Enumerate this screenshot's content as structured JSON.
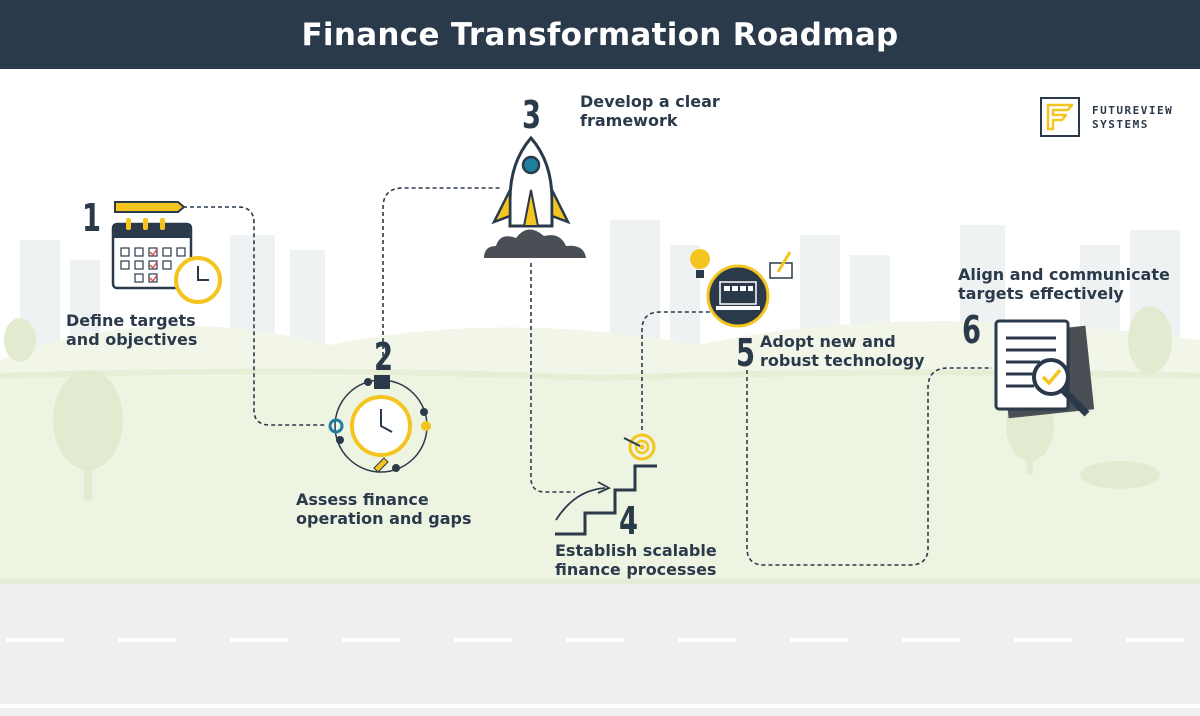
{
  "title": "Finance Transformation Roadmap",
  "logo": {
    "line1": "FUTUREVIEW",
    "line2": "SYSTEMS"
  },
  "steps": [
    {
      "number": "1",
      "line1": "Define targets",
      "line2": "and objectives"
    },
    {
      "number": "2",
      "line1": "Assess finance",
      "line2": "operation and gaps"
    },
    {
      "number": "3",
      "line1": "Develop a clear",
      "line2": "framework"
    },
    {
      "number": "4",
      "line1": "Establish scalable",
      "line2": "finance processes"
    },
    {
      "number": "5",
      "line1": "Adopt new and",
      "line2": "robust technology"
    },
    {
      "number": "6",
      "line1": "Align and communicate",
      "line2": "targets effectively"
    }
  ],
  "colors": {
    "navy": "#2b3a4b",
    "accent": "#f4c51f",
    "teal": "#1f7fa0",
    "ground": "#eef3e3",
    "road": "#eeeff1"
  },
  "icons": [
    "calendar-icon",
    "clock-cycle-icon",
    "rocket-icon",
    "stairs-target-icon",
    "computer-icon",
    "document-magnifier-icon"
  ]
}
